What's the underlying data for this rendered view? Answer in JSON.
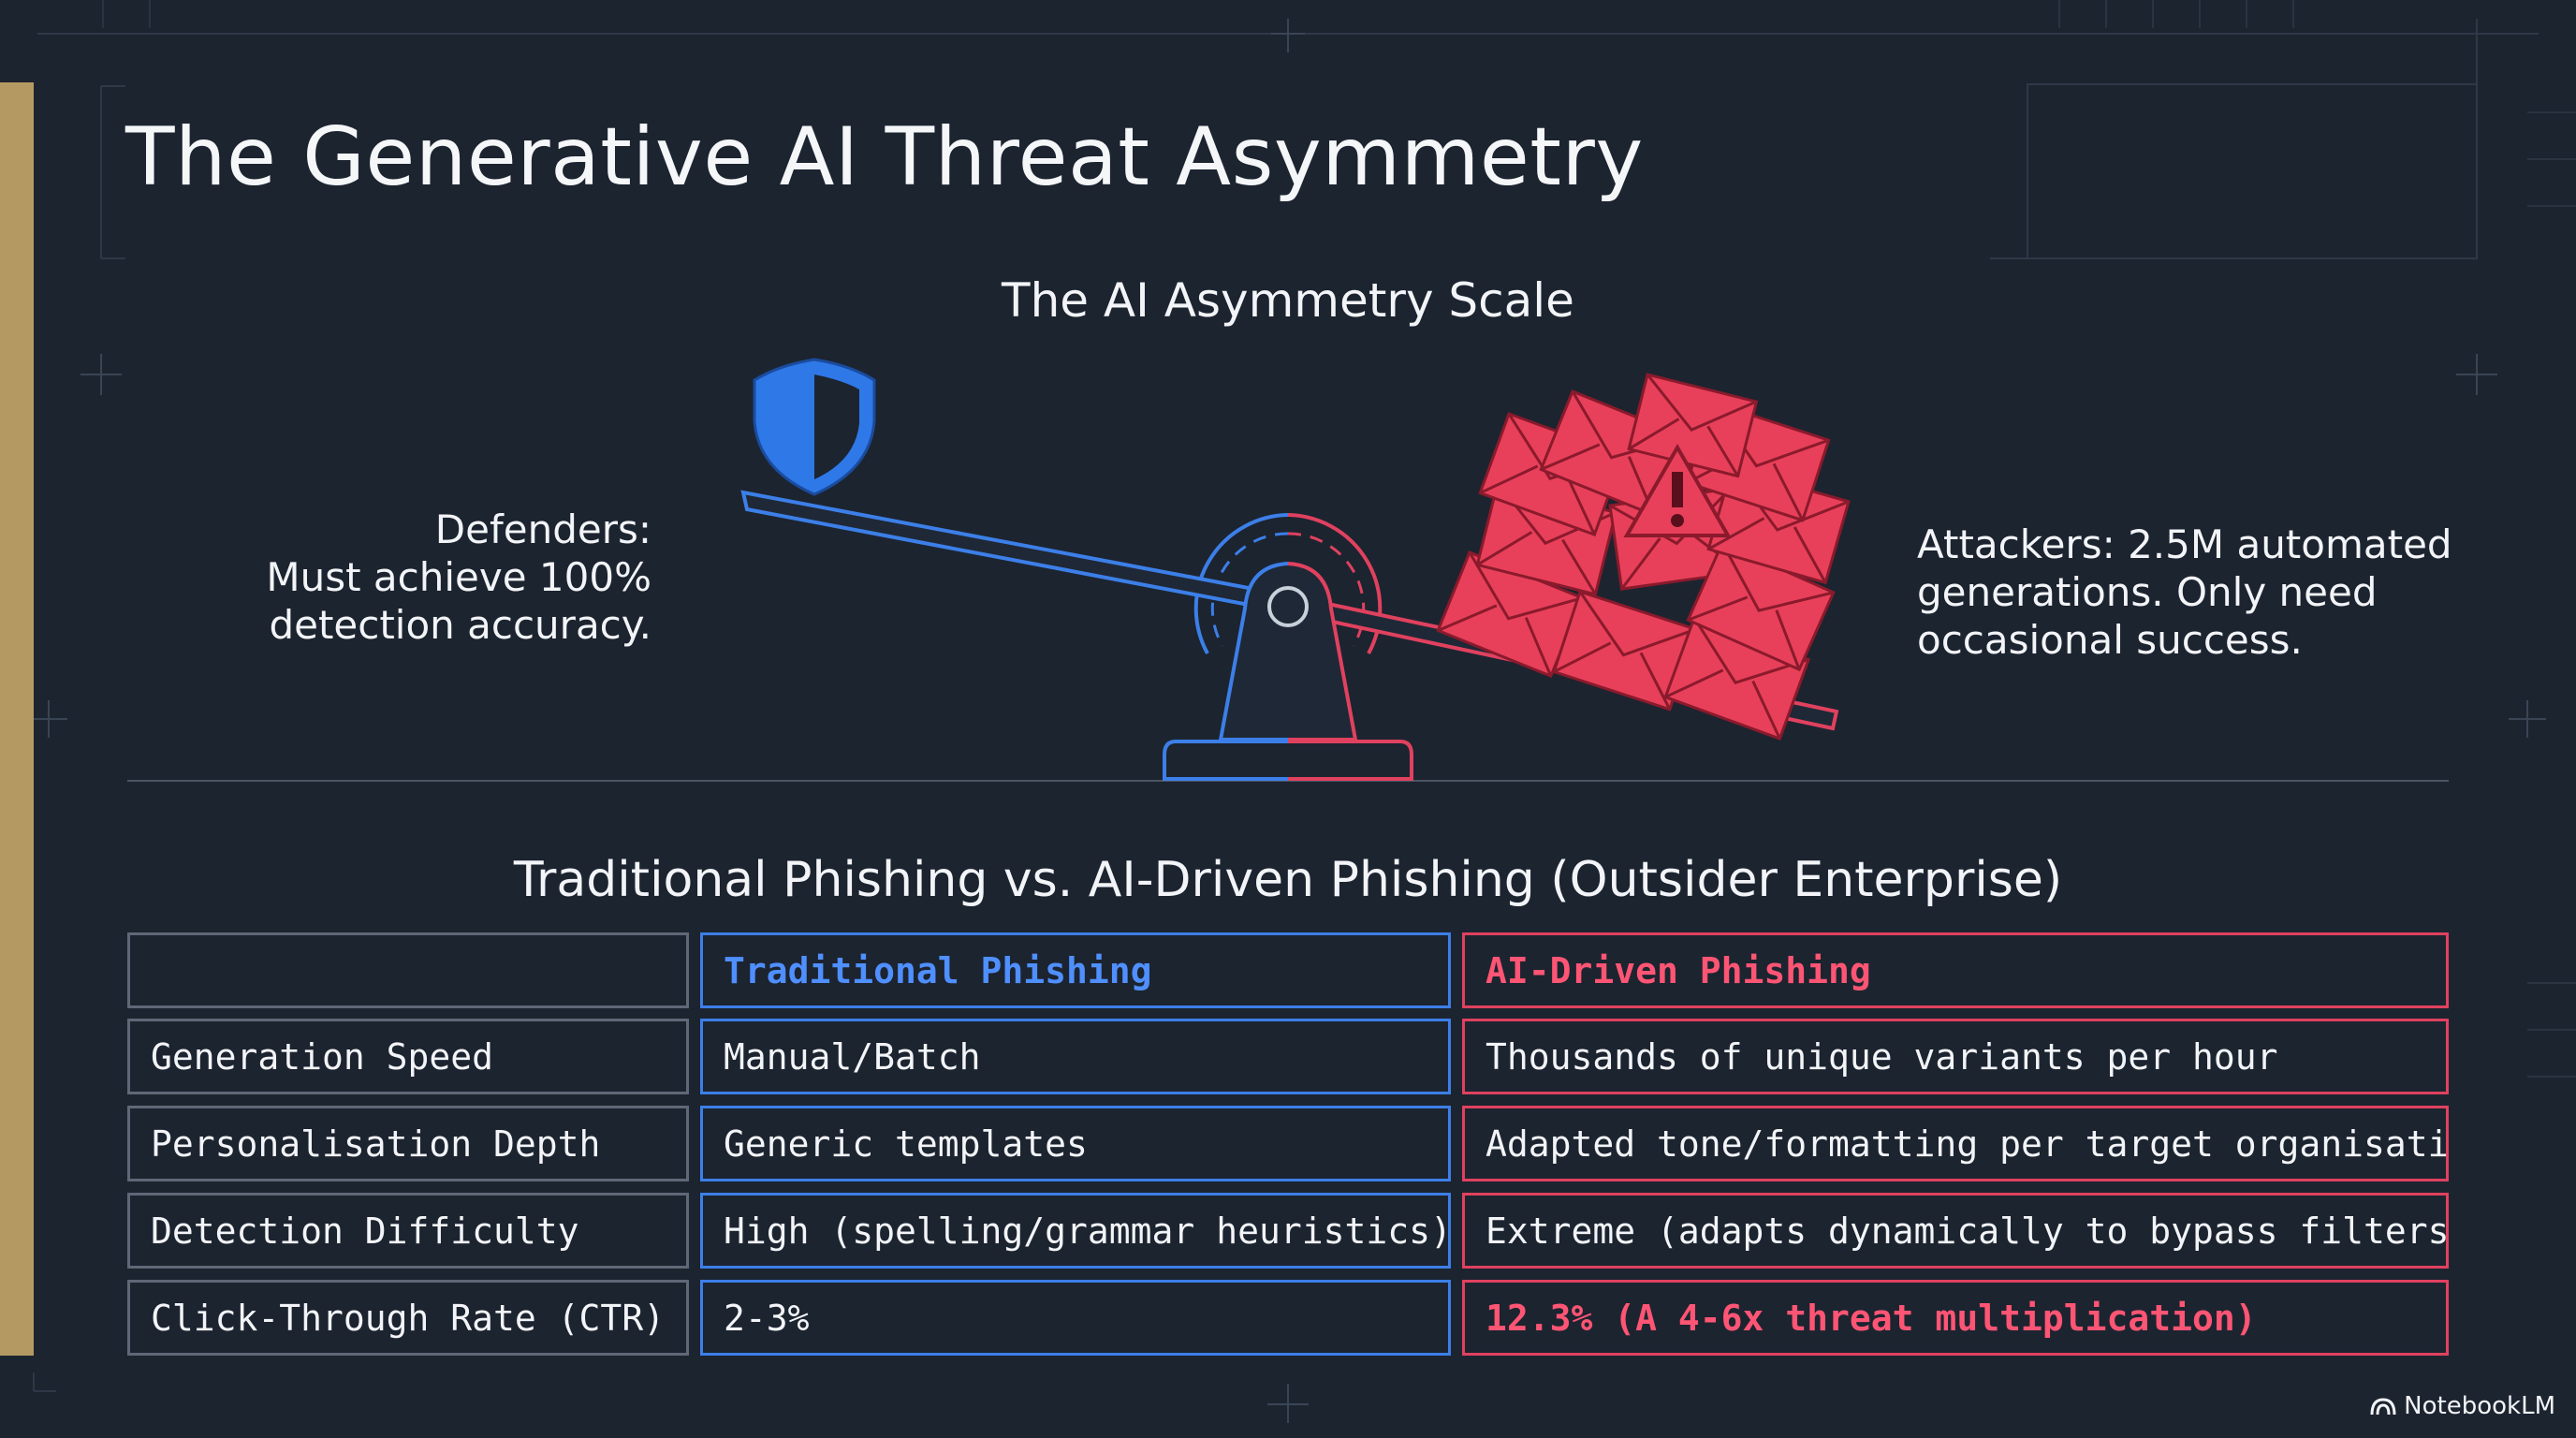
{
  "title": "The Generative AI Threat Asymmetry",
  "scale": {
    "title": "The AI Asymmetry Scale",
    "defenders_text": [
      "Defenders:",
      "Must achieve 100%",
      "detection accuracy."
    ],
    "attackers_text": [
      "Attackers: 2.5M automated",
      "generations. Only need",
      "occasional success."
    ],
    "defender_icon": "shield-icon",
    "attacker_icon": "envelope-pile-warning-icon",
    "colors": {
      "defender": "#3c7fe8",
      "attacker": "#e0415f"
    }
  },
  "table": {
    "title": "Traditional Phishing vs. AI-Driven Phishing (Outsider Enterprise)",
    "columns": [
      "",
      "Traditional Phishing",
      "AI-Driven Phishing"
    ],
    "rows": [
      [
        "Generation Speed",
        "Manual/Batch",
        "Thousands of unique variants per hour"
      ],
      [
        "Personalisation Depth",
        "Generic templates",
        "Adapted tone/formatting per target organisation"
      ],
      [
        "Detection Difficulty",
        "High (spelling/grammar heuristics)",
        "Extreme (adapts dynamically to bypass filters)"
      ],
      [
        "Click-Through Rate (CTR)",
        "2-3%",
        "12.3% (A 4-6x threat multiplication)"
      ]
    ]
  },
  "brand": {
    "label": "NotebookLM",
    "icon": "notebooklm-logo-icon"
  },
  "colors": {
    "background": "#1c2430",
    "accent_bar": "#b49a62",
    "traditional": "#3c7fe8",
    "ai": "#e0415f"
  }
}
